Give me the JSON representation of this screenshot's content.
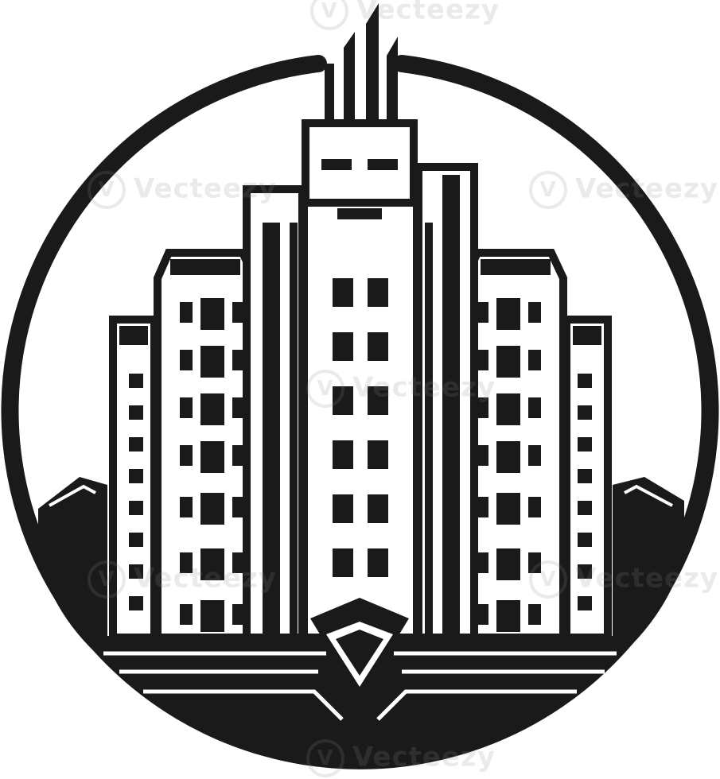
{
  "image": {
    "subject": "building-emblem",
    "colors": {
      "ink": "#1a1a1a",
      "paper": "#ffffff",
      "watermark": "#9a9a9a"
    }
  },
  "watermark": {
    "brand": "Vecteezy",
    "badge_glyph": "V"
  }
}
